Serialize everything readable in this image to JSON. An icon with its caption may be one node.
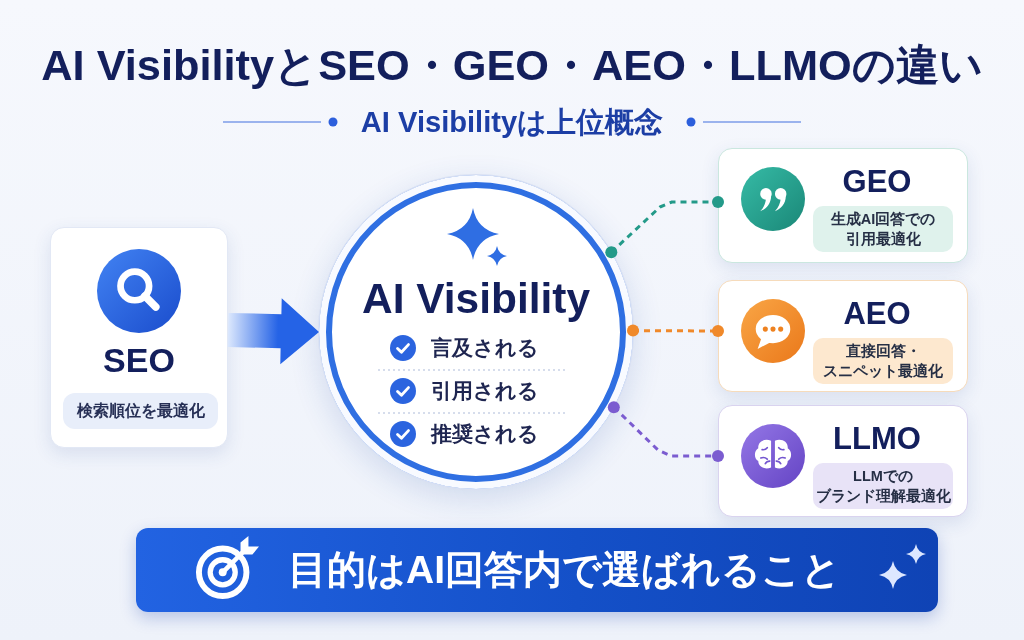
{
  "diagram": {
    "title": "AI VisibilityとSEO・GEO・AEO・LLMOの違い",
    "nodes": [
      {
        "text": [
          "SEO",
          "検索順位を最適化"
        ]
      },
      {
        "text": [
          "AI Visibility",
          "言及される",
          "引用される",
          "推奨される"
        ]
      },
      {
        "text": [
          "GEO",
          "生成AI回答での引用最適化"
        ]
      },
      {
        "text": [
          "AEO",
          "直接回答・スニペット最適化"
        ]
      },
      {
        "text": [
          "LLMO",
          "LLMでのブランド理解最適化"
        ]
      },
      {
        "text": [
          "目的はAI回答内で選ばれること"
        ]
      }
    ],
    "edges": [
      {
        "from": 0,
        "to": 1,
        "arrow": "to",
        "style": "thick",
        "color": "#2563e6"
      },
      {
        "from": 1,
        "to": 2,
        "arrow": "other",
        "style": "dashed",
        "color": "#239a89"
      },
      {
        "from": 1,
        "to": 3,
        "arrow": "other",
        "style": "dashed",
        "color": "#f0892a"
      },
      {
        "from": 1,
        "to": 4,
        "arrow": "other",
        "style": "dashed",
        "color": "#7b5cd0"
      }
    ],
    "labels": [
      "AI Visibilityは上位概念"
    ]
  }
}
